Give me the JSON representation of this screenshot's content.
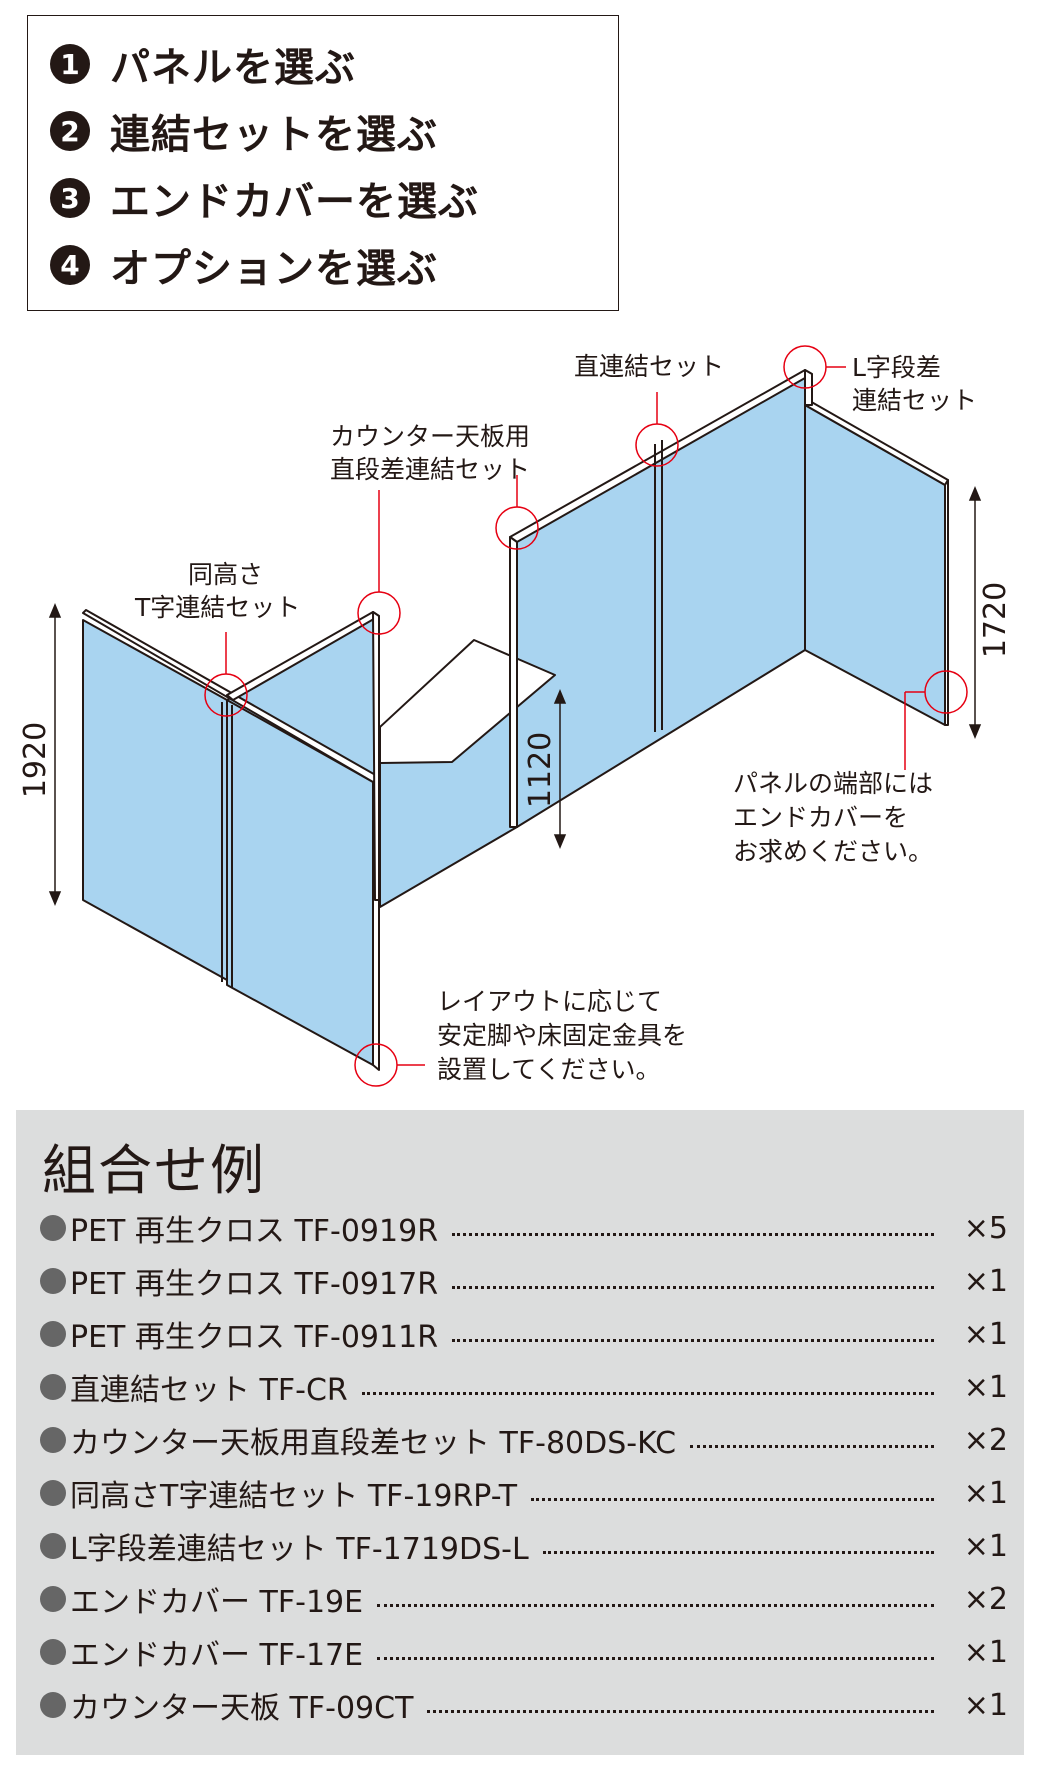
{
  "steps": [
    {
      "num": "1",
      "text": "パネルを選ぶ"
    },
    {
      "num": "2",
      "text": "連結セットを選ぶ"
    },
    {
      "num": "3",
      "text": "エンドカバーを選ぶ"
    },
    {
      "num": "4",
      "text": "オプションを選ぶ"
    }
  ],
  "diagram": {
    "callouts": {
      "straight_set": "直連結セット",
      "l_set_1": "L字段差",
      "l_set_2": "連結セット",
      "counter_set_1": "カウンター天板用",
      "counter_set_2": "直段差連結セット",
      "t_set_1": "同高さ",
      "t_set_2": "T字連結セット",
      "endcover_1": "パネルの端部には",
      "endcover_2": "エンドカバーを",
      "endcover_3": "お求めください。",
      "foot_1": "レイアウトに応じて",
      "foot_2": "安定脚や床固定金具を",
      "foot_3": "設置してください。"
    },
    "dimensions": {
      "h1920": "1920",
      "h1720": "1720",
      "h1120": "1120"
    },
    "colors": {
      "panel": "#a9d4f0",
      "frame": "#231815",
      "circle": "#e60012",
      "cap": "#ffffff"
    }
  },
  "combination": {
    "title": "組合せ例",
    "items": [
      {
        "name": "PET 再生クロス TF-0919R",
        "qty": "×5"
      },
      {
        "name": "PET 再生クロス TF-0917R",
        "qty": "×1"
      },
      {
        "name": "PET 再生クロス TF-0911R",
        "qty": "×1"
      },
      {
        "name": "直連結セット TF-CR",
        "qty": "×1"
      },
      {
        "name": "カウンター天板用直段差セット TF-80DS-KC",
        "qty": "×2"
      },
      {
        "name": "同高さT字連結セット TF-19RP-T",
        "qty": "×1"
      },
      {
        "name": "L字段差連結セット TF-1719DS-L",
        "qty": "×1"
      },
      {
        "name": "エンドカバー TF-19E",
        "qty": "×2"
      },
      {
        "name": "エンドカバー TF-17E",
        "qty": "×1"
      },
      {
        "name": "カウンター天板 TF-09CT",
        "qty": "×1"
      }
    ]
  }
}
